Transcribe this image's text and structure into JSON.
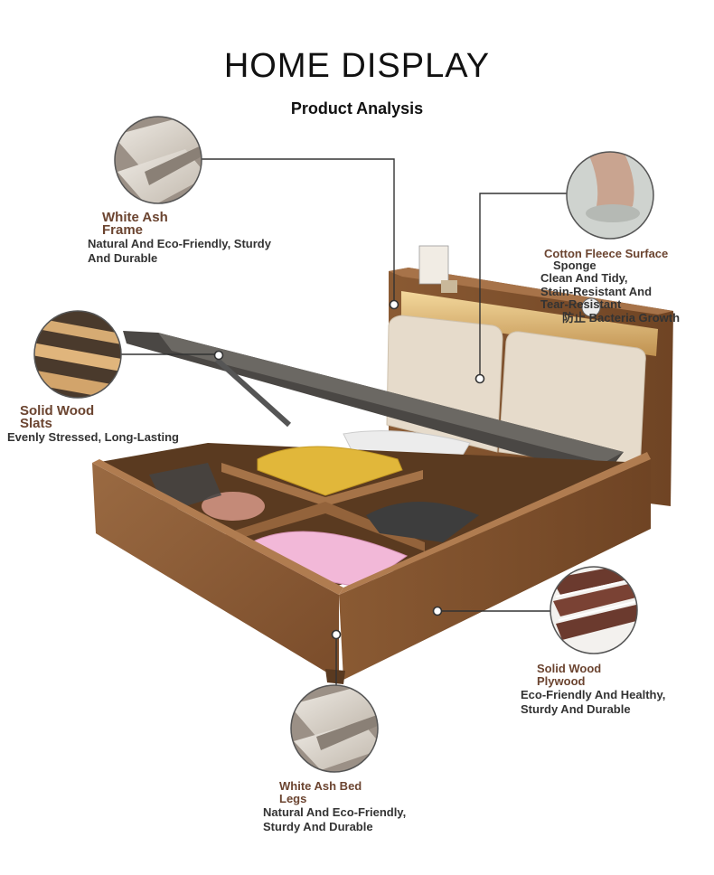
{
  "header": {
    "title": "HOME DISPLAY",
    "subtitle": "Product Analysis"
  },
  "callouts": {
    "ash_frame": {
      "title": "White Ash Frame",
      "desc": "Natural And Eco-Friendly, Sturdy And Durable",
      "icon": "wood-grain-icon"
    },
    "slats": {
      "title": "Solid Wood Slats",
      "desc": "Evenly Stressed, Long-Lasting",
      "icon": "slats-icon"
    },
    "cotton": {
      "title": "Cotton Fleece Surface",
      "desc_line1": "Sponge",
      "desc_line2": "Clean And Tidy,",
      "desc_line3": "Stain-Resistant And Tear-Resistant",
      "desc_line4": "防止 Bacteria Growth",
      "icon": "fabric-press-icon"
    },
    "plywood": {
      "title": "Solid Wood Plywood",
      "desc": "Eco-Friendly And Healthy, Sturdy And Durable",
      "icon": "plywood-layers-icon"
    },
    "legs": {
      "title": "White Ash Bed Legs",
      "desc": "Natural And Eco-Friendly, Sturdy And Durable",
      "icon": "wood-block-icon"
    }
  },
  "colors": {
    "walnut": "#8b5a34",
    "walnut_dark": "#6e4424",
    "cushion": "#e6dbcb",
    "label_brown": "#6b4430",
    "leader_line": "#333333"
  }
}
